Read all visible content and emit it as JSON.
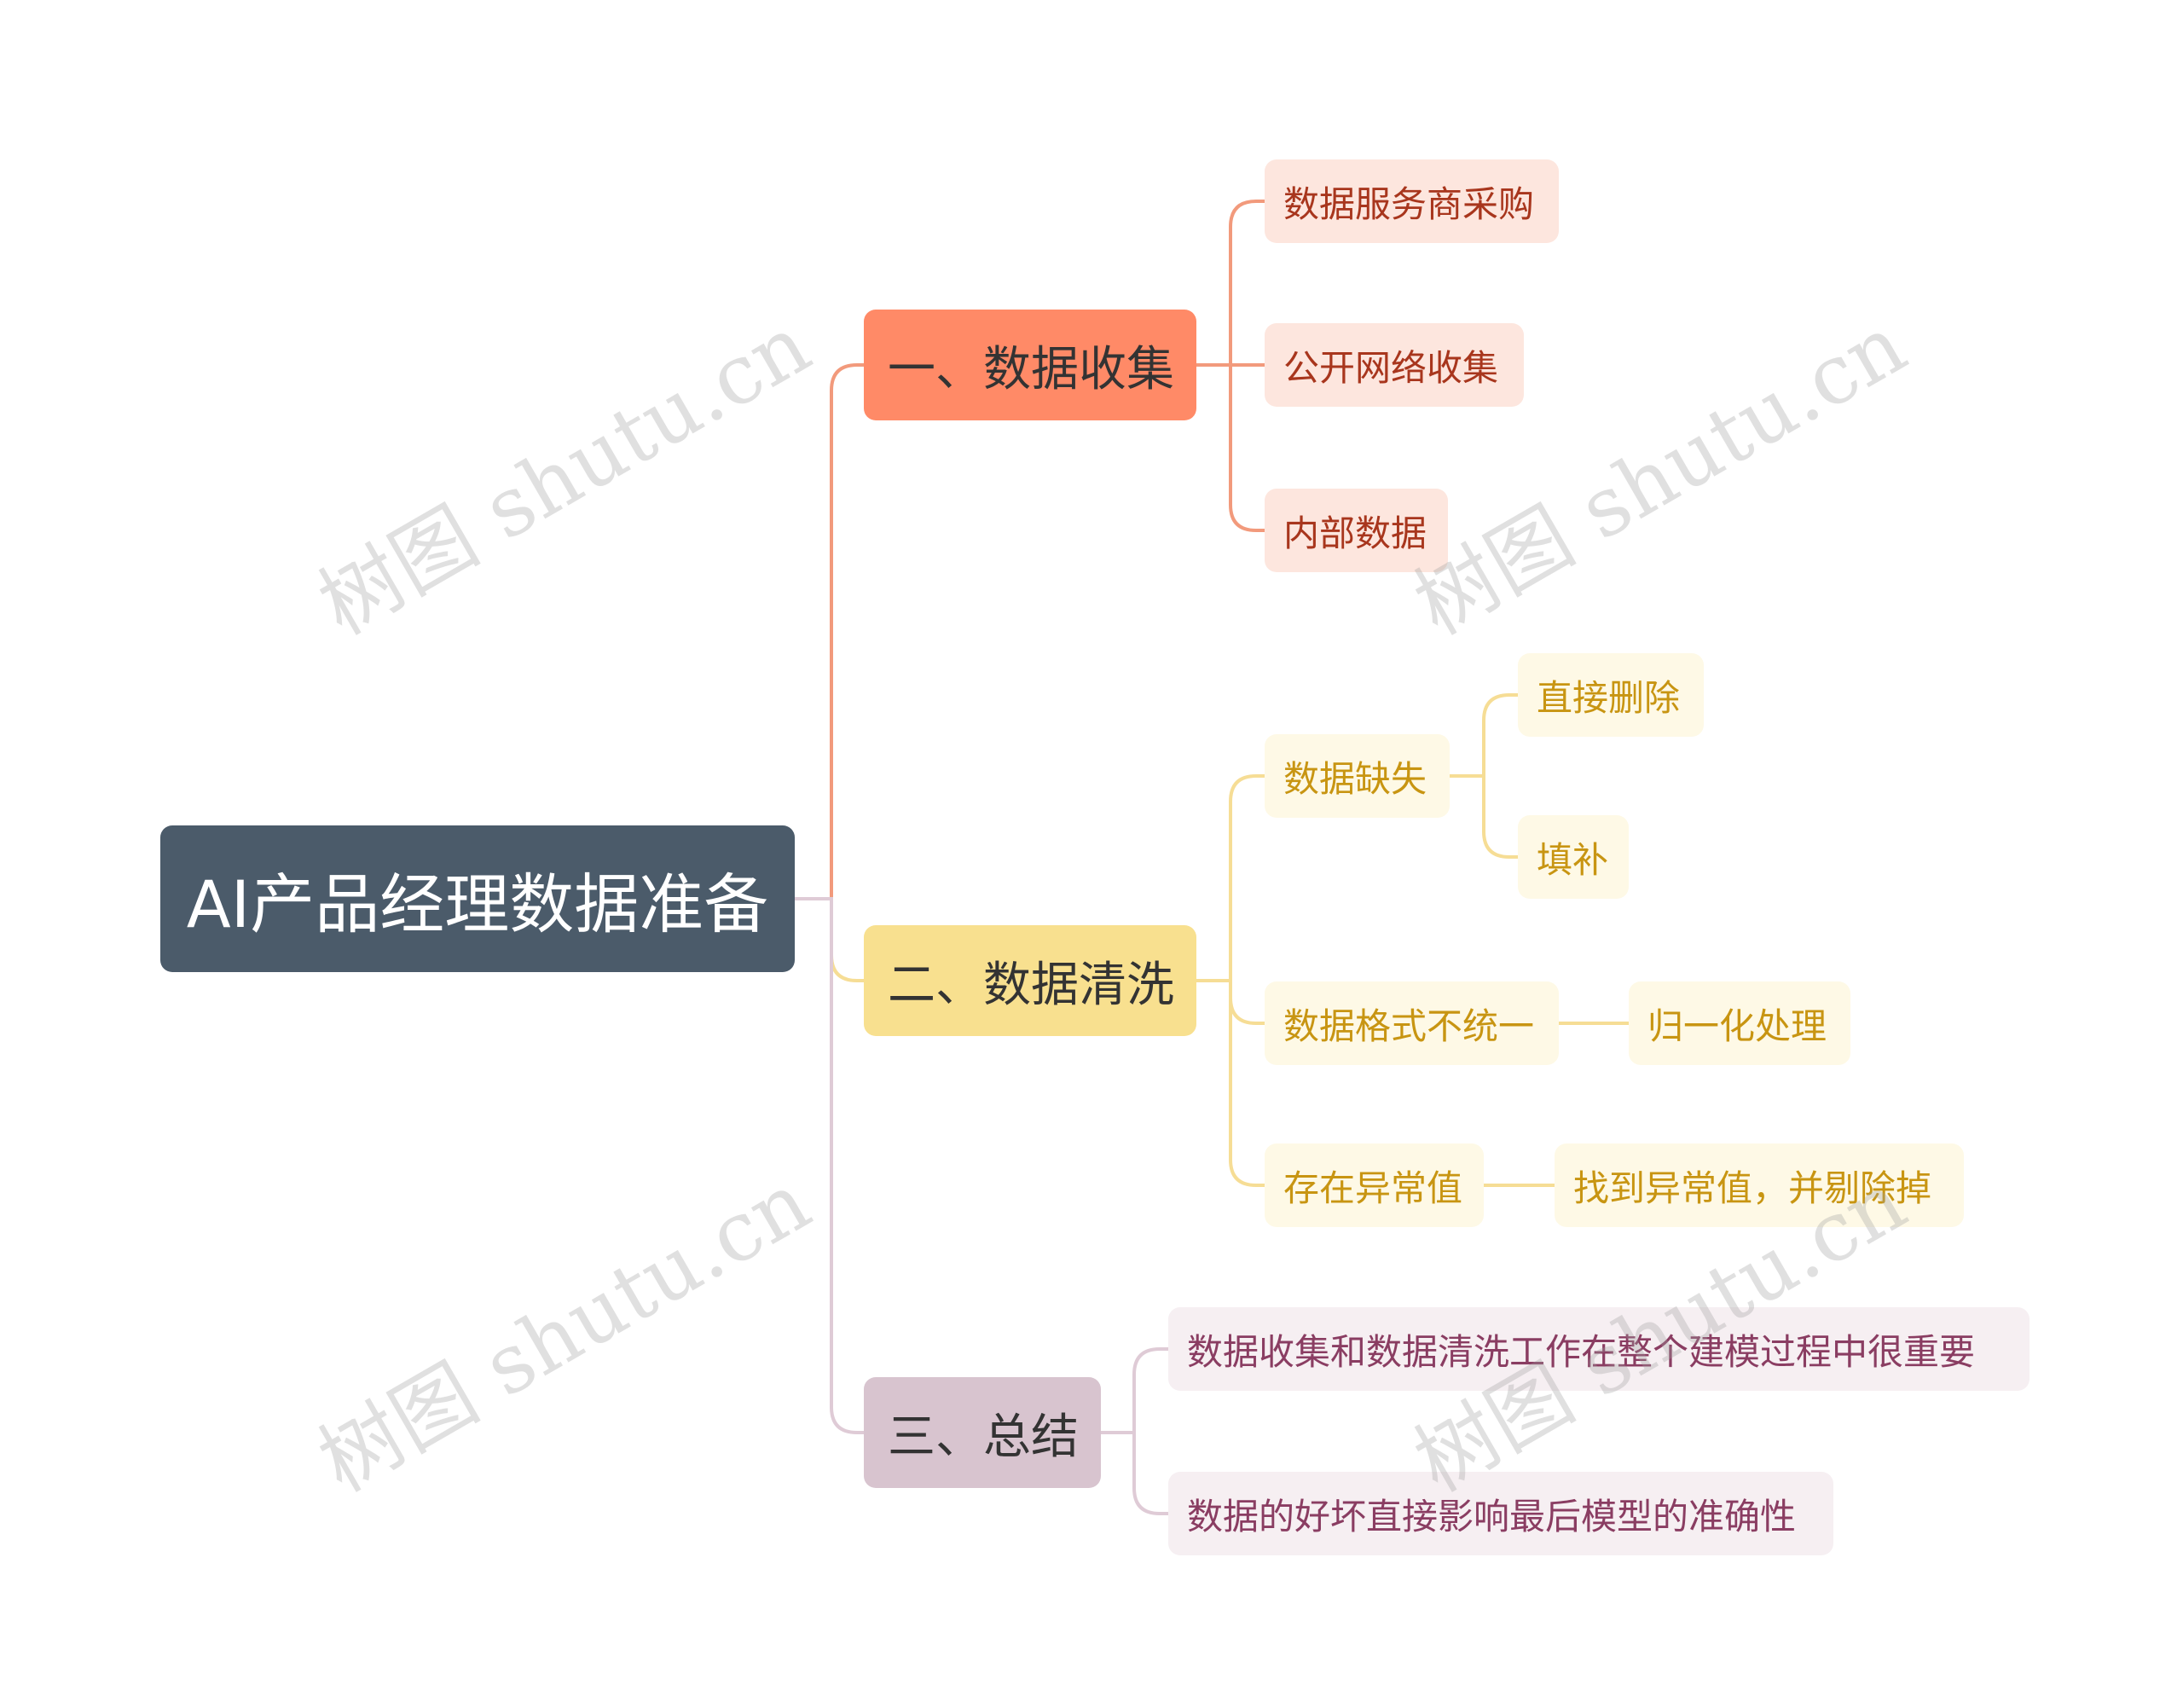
{
  "root": {
    "label": "AI产品经理数据准备"
  },
  "branches": {
    "collect": {
      "label": "一、数据收集",
      "children": [
        "数据服务商采购",
        "公开网络收集",
        "内部数据"
      ],
      "color": "#ff8a67"
    },
    "clean": {
      "label": "二、数据清洗",
      "color": "#f8e08f",
      "children": [
        {
          "label": "数据缺失",
          "children": [
            "直接删除",
            "填补"
          ]
        },
        {
          "label": "数据格式不统一",
          "children": [
            "归一化处理"
          ]
        },
        {
          "label": "存在异常值",
          "children": [
            "找到异常值，并剔除掉"
          ]
        }
      ]
    },
    "summary": {
      "label": "三、总结",
      "color": "#d8c4cf",
      "children": [
        "数据收集和数据清洗工作在整个建模过程中很重要",
        "数据的好坏直接影响最后模型的准确性"
      ]
    }
  },
  "watermark": "树图 shutu.cn"
}
